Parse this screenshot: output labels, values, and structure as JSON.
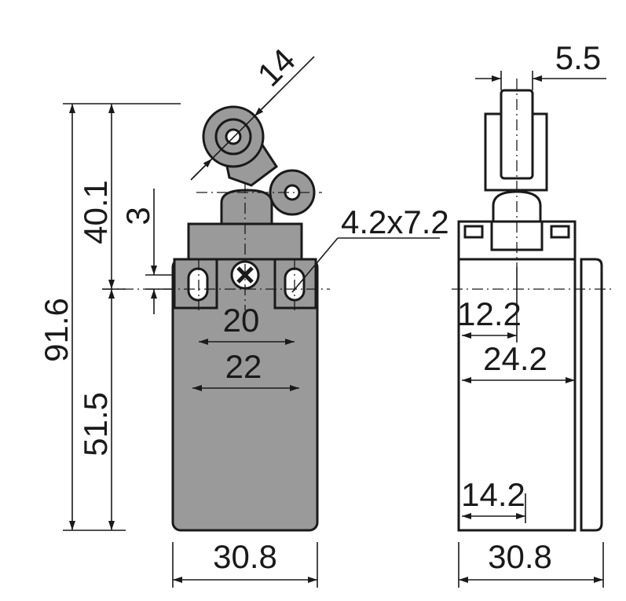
{
  "colors": {
    "body_fill": "#9a9a9a",
    "line": "#1a1a1a",
    "background": "#ffffff"
  },
  "front_view": {
    "dims": {
      "overall_height": "91.6",
      "upper_height": "40.1",
      "lower_height": "51.5",
      "slot_offset": "3",
      "roller_diameter": "14",
      "slot_size": "4.2x7.2",
      "hole_spacing_inner": "20",
      "hole_spacing_outer": "22",
      "body_width": "30.8"
    }
  },
  "side_view": {
    "dims": {
      "roller_width": "5.5",
      "offset_12_2": "12.2",
      "depth_24_2": "24.2",
      "offset_14_2": "14.2",
      "body_width": "30.8"
    }
  }
}
